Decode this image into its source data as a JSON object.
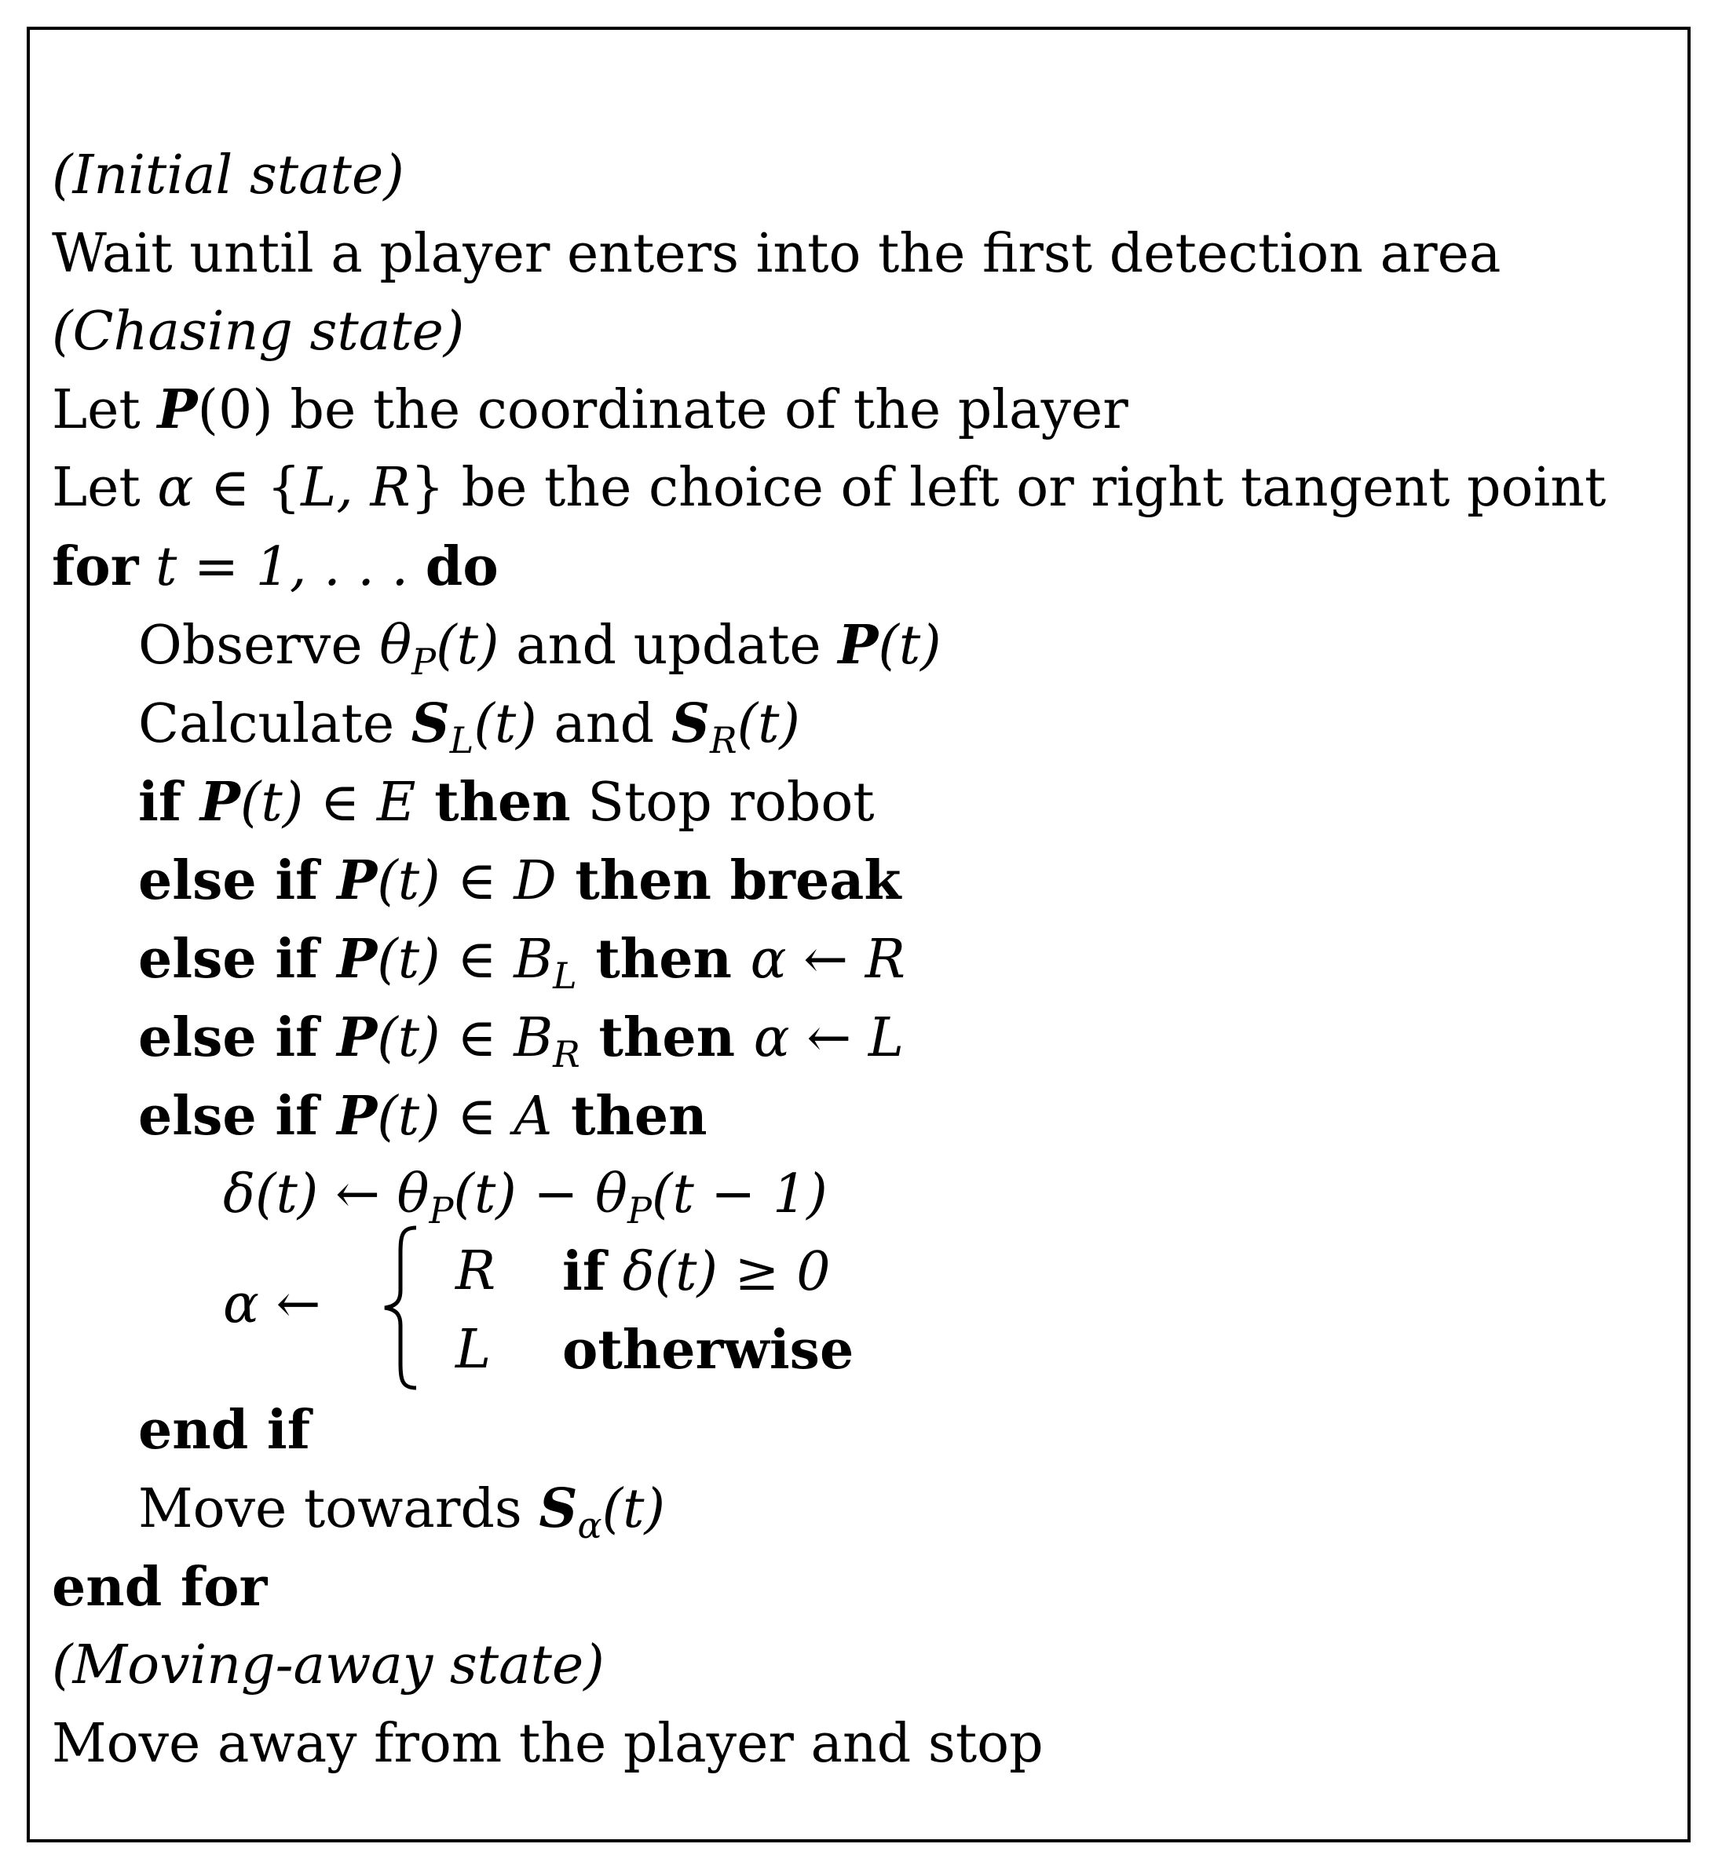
{
  "algorithm": {
    "initial_header": "(Initial state)",
    "wait_line": "Wait until a player enters into the first detection area",
    "chasing_header": "(Chasing state)",
    "let_p": {
      "pre": "Let ",
      "sym": "P",
      "arg": "(0)",
      "post": " be the coordinate of the player"
    },
    "let_alpha": {
      "pre": "Let ",
      "sym": "α",
      "mid": " ∈ {",
      "set": "L, R",
      "close": "}",
      "post": " be the choice of left or right tangent point"
    },
    "for_line": {
      "kw_for": "for",
      "expr": " t = 1, . . . ",
      "kw_do": "do"
    },
    "observe": {
      "pre": "Observe ",
      "theta": "θ",
      "sub": "P",
      "arg": "(t)",
      "mid": " and update ",
      "sym": "P",
      "arg2": "(t)"
    },
    "calculate": {
      "pre": "Calculate ",
      "sym1": "S",
      "sub1": "L",
      "arg1": "(t)",
      "mid": " and ",
      "sym2": "S",
      "sub2": "R",
      "arg2": "(t)"
    },
    "if_e": {
      "kw_if": "if ",
      "sym": "P",
      "arg": "(t)",
      "in": " ∈ ",
      "set": "E",
      "kw_then": " then",
      "post": " Stop robot"
    },
    "elif_d": {
      "kw_elif": "else if ",
      "sym": "P",
      "arg": "(t)",
      "in": " ∈ ",
      "set": "D",
      "kw_then": " then break"
    },
    "elif_bl": {
      "kw_elif": "else if ",
      "sym": "P",
      "arg": "(t)",
      "in": " ∈ ",
      "set": "B",
      "sub": "L",
      "kw_then": " then ",
      "assign": "α ← R"
    },
    "elif_br": {
      "kw_elif": "else if ",
      "sym": "P",
      "arg": "(t)",
      "in": " ∈ ",
      "set": "B",
      "sub": "R",
      "kw_then": " then ",
      "assign": "α ← L"
    },
    "elif_a": {
      "kw_elif": "else if ",
      "sym": "P",
      "arg": "(t)",
      "in": " ∈ ",
      "set": "A",
      "kw_then": " then"
    },
    "delta_line": {
      "lhs": "δ(t) ← θ",
      "sub1": "P",
      "mid": "(t) − θ",
      "sub2": "P",
      "tail": "(t − 1)"
    },
    "cases": {
      "lhs": "α ←",
      "r_val": "R",
      "r_kw": "if",
      "r_cond": " δ(t) ≥ 0",
      "l_val": "L",
      "l_kw": "otherwise"
    },
    "end_if": "end if",
    "move_towards": {
      "pre": "Move towards ",
      "sym": "S",
      "sub": "α",
      "arg": "(t)"
    },
    "end_for": "end for",
    "moving_header": "(Moving-away state)",
    "move_away": "Move away from the player and stop"
  }
}
